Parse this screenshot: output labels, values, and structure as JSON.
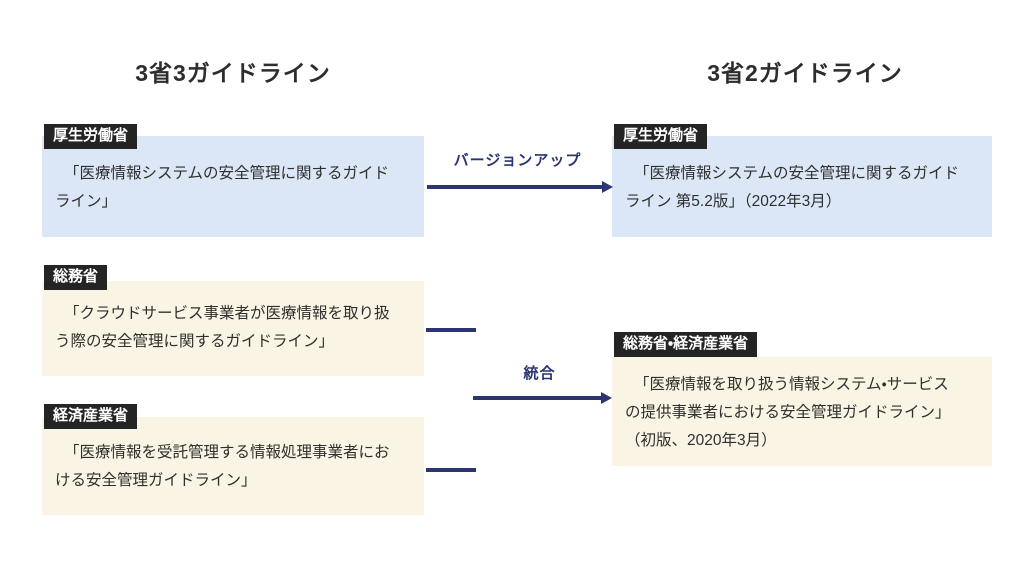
{
  "titles": {
    "left": "3省3ガイドライン",
    "right": "3省2ガイドライン"
  },
  "arrows": {
    "versionup_label": "バージョンアップ",
    "merge_label": "統合"
  },
  "boxes": {
    "mhlw_old": {
      "ministry": "厚生労働省",
      "lines": [
        "「医療情報システムの安全管理に関するガイド",
        "ライン」"
      ]
    },
    "mic_old": {
      "ministry": "総務省",
      "lines": [
        "「クラウドサービス事業者が医療情報を取り扱",
        "う際の安全管理に関するガイドライン」"
      ]
    },
    "meti_old": {
      "ministry": "経済産業省",
      "lines": [
        "「医療情報を受託管理する情報処理事業者にお",
        "ける安全管理ガイドライン」"
      ]
    },
    "mhlw_new": {
      "ministry": "厚生労働省",
      "lines": [
        "「医療情報システムの安全管理に関するガイド",
        "ライン 第5.2版」（2022年3月）"
      ]
    },
    "mic_meti_new": {
      "ministry": "総務省・経済産業省",
      "lines": [
        "「医療情報を取り扱う情報システム・サービス",
        "の提供事業者における安全管理ガイドライン」",
        "（初版、2020年3月）"
      ]
    }
  },
  "colors": {
    "blue_box": "#dbe7f6",
    "cream_box": "#f9f4e3",
    "ministry_label_bg": "#242424",
    "ministry_label_text": "#ffffff",
    "arrow": "#2b3572",
    "body_text": "#2f2f2f",
    "background": "#ffffff"
  }
}
